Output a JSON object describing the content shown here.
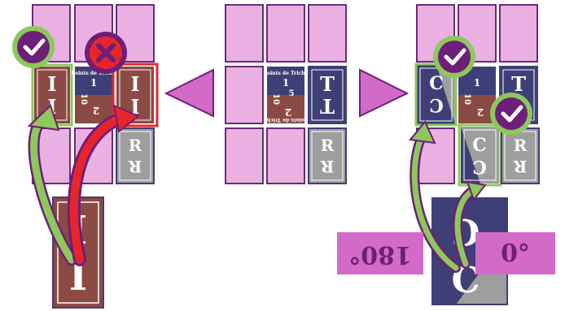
{
  "colors": {
    "tile_fill": "#eab0e2",
    "tile_border": "#6b2a78",
    "arrow_fill": "#d46ac8",
    "card_red": "#8c4a44",
    "card_blue": "#3f3f78",
    "card_grey": "#9e9e9e",
    "green": "#8cc85a",
    "check_circle": "#6e1f7a",
    "red": "#e8262a",
    "angle_box": "#d46ac8",
    "angle_text": "#6e1f7a"
  },
  "icons": {
    "check": "check-circle-icon",
    "cross": "cross-circle-icon"
  },
  "cards": {
    "i_letter": "I",
    "t_letter": "T",
    "r_letter": "R",
    "c_letter": "C",
    "points_title": "Points de Triche",
    "points_values": [
      "1",
      "5",
      "10",
      "2"
    ]
  },
  "labels": {
    "angle_180": "180°",
    "angle_0": "0°"
  }
}
